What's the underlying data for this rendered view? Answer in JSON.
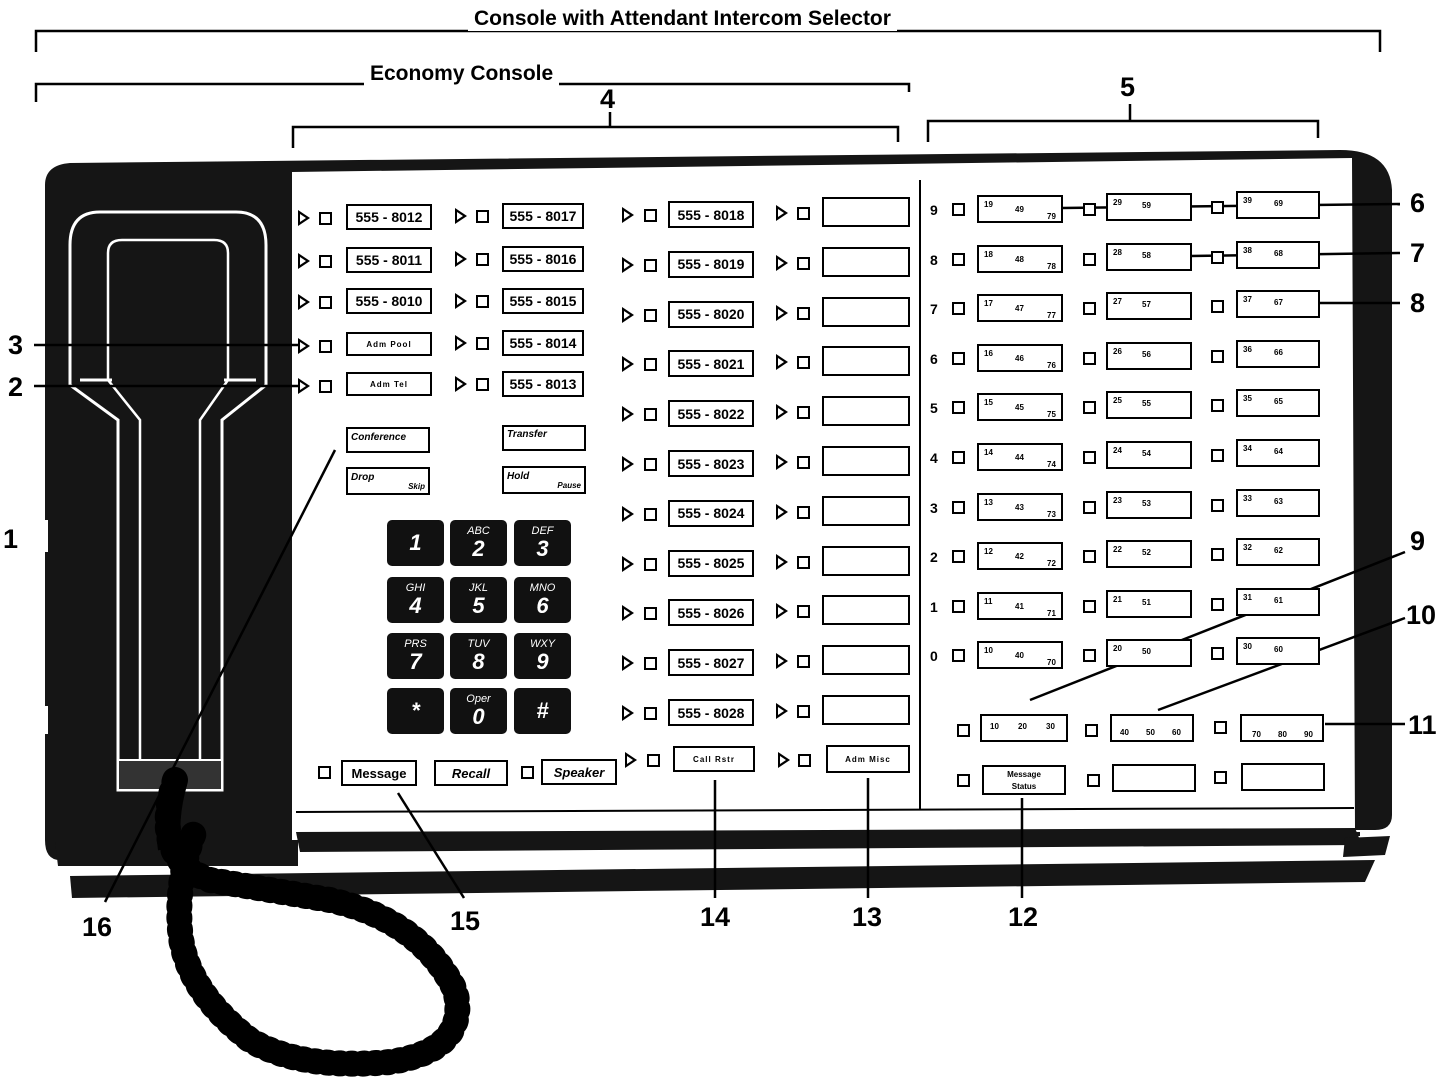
{
  "titles": {
    "console_attendant": "Console with Attendant Intercom Selector",
    "economy": "Economy Console"
  },
  "callouts": [
    "1",
    "2",
    "3",
    "4",
    "5",
    "6",
    "7",
    "8",
    "9",
    "10",
    "11",
    "12",
    "13",
    "14",
    "15",
    "16"
  ],
  "line_col1": [
    "555 - 8012",
    "555 - 8011",
    "555 - 8010",
    "Adm Pool",
    "Adm Tel"
  ],
  "line_col2": [
    "555 - 8017",
    "555 - 8016",
    "555 - 8015",
    "555 - 8014",
    "555 - 8013"
  ],
  "line_col3": [
    "555 - 8018",
    "555 - 8019",
    "555 - 8020",
    "555 - 8021",
    "555 - 8022",
    "555 - 8023",
    "555 - 8024",
    "555 - 8025",
    "555 - 8026",
    "555 - 8027",
    "555 - 8028"
  ],
  "buttons": {
    "conference": "Conference",
    "transfer": "Transfer",
    "drop": "Drop",
    "skip": "Skip",
    "hold": "Hold",
    "pause": "Pause",
    "message": "Message",
    "recall": "Recall",
    "speaker": "Speaker",
    "call_rstr": "Call Rstr",
    "adm_misc": "Adm Misc",
    "message_status_1": "Message",
    "message_status_2": "Status"
  },
  "keypad": [
    {
      "letters": "",
      "digit": "1"
    },
    {
      "letters": "ABC",
      "digit": "2"
    },
    {
      "letters": "DEF",
      "digit": "3"
    },
    {
      "letters": "GHI",
      "digit": "4"
    },
    {
      "letters": "JKL",
      "digit": "5"
    },
    {
      "letters": "MNO",
      "digit": "6"
    },
    {
      "letters": "PRS",
      "digit": "7"
    },
    {
      "letters": "TUV",
      "digit": "8"
    },
    {
      "letters": "WXY",
      "digit": "9"
    },
    {
      "letters": "",
      "digit": "*"
    },
    {
      "letters": "Oper",
      "digit": "0"
    },
    {
      "letters": "",
      "digit": "#"
    }
  ],
  "selector_rows": [
    "9",
    "8",
    "7",
    "6",
    "5",
    "4",
    "3",
    "2",
    "1",
    "0"
  ],
  "selector_col1": [
    [
      "19",
      "49",
      "79"
    ],
    [
      "18",
      "48",
      "78"
    ],
    [
      "17",
      "47",
      "77"
    ],
    [
      "16",
      "46",
      "76"
    ],
    [
      "15",
      "45",
      "75"
    ],
    [
      "14",
      "44",
      "74"
    ],
    [
      "13",
      "43",
      "73"
    ],
    [
      "12",
      "42",
      "72"
    ],
    [
      "11",
      "41",
      "71"
    ],
    [
      "10",
      "40",
      "70"
    ]
  ],
  "selector_col2": [
    [
      "29",
      "59"
    ],
    [
      "28",
      "58"
    ],
    [
      "27",
      "57"
    ],
    [
      "26",
      "56"
    ],
    [
      "25",
      "55"
    ],
    [
      "24",
      "54"
    ],
    [
      "23",
      "53"
    ],
    [
      "22",
      "52"
    ],
    [
      "21",
      "51"
    ],
    [
      "20",
      "50"
    ]
  ],
  "selector_col3": [
    [
      "39",
      "69"
    ],
    [
      "38",
      "68"
    ],
    [
      "37",
      "67"
    ],
    [
      "36",
      "66"
    ],
    [
      "35",
      "65"
    ],
    [
      "34",
      "64"
    ],
    [
      "33",
      "63"
    ],
    [
      "32",
      "62"
    ],
    [
      "31",
      "61"
    ],
    [
      "30",
      "60"
    ]
  ],
  "group_keys": [
    [
      "10",
      "20",
      "30"
    ],
    [
      "40",
      "50",
      "60"
    ],
    [
      "70",
      "80",
      "90"
    ]
  ]
}
